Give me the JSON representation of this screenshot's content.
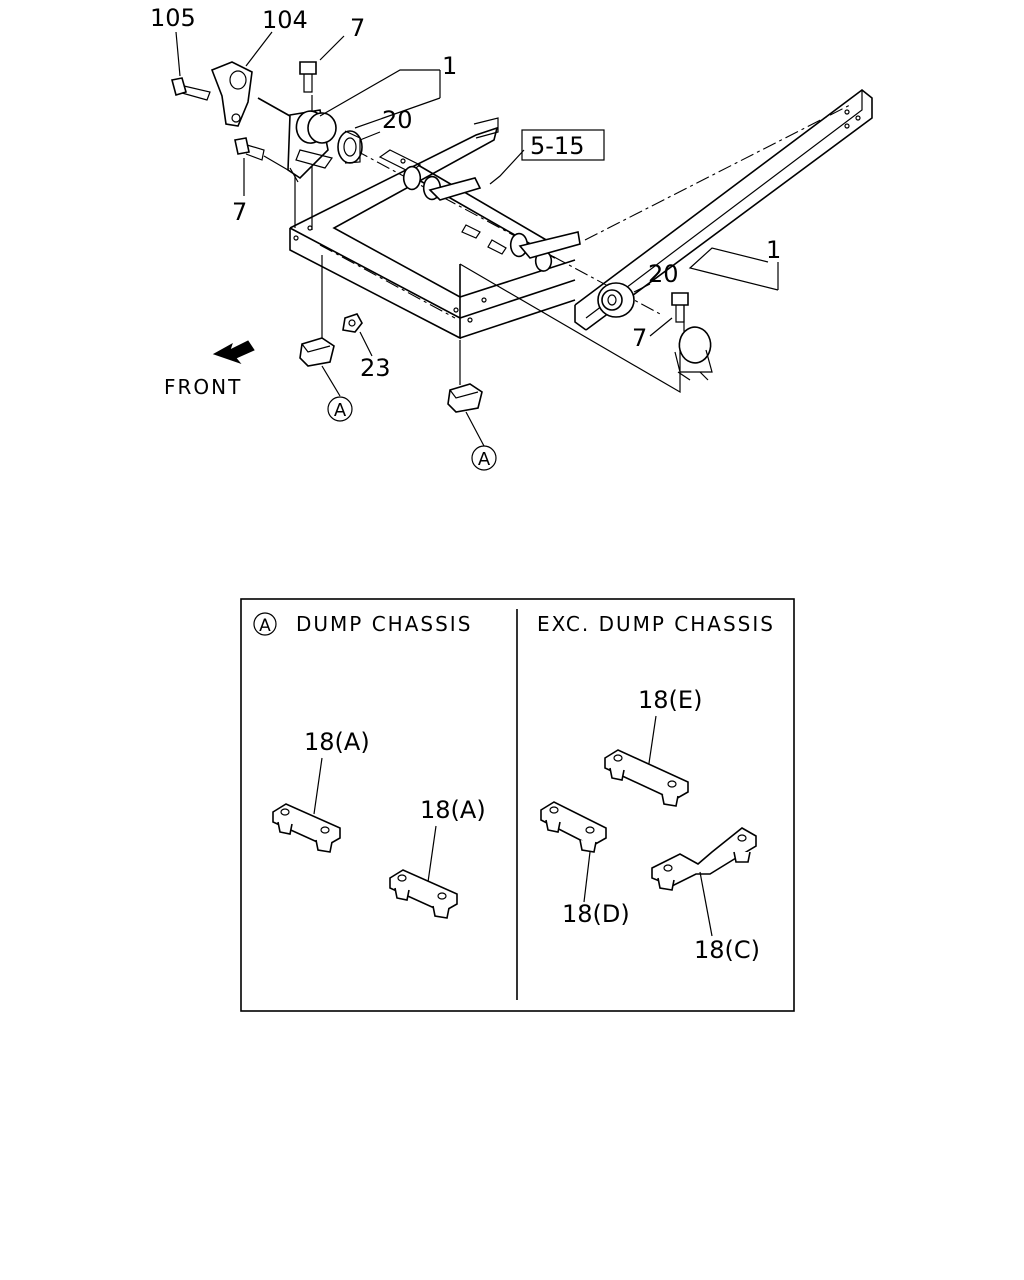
{
  "callouts": {
    "c105": "105",
    "c104": "104",
    "c7_top": "7",
    "c7_left": "7",
    "c7_right": "7",
    "c1_top": "1",
    "c1_right": "1",
    "c20_top": "20",
    "c20_right": "20",
    "ref_5_15": "5-15",
    "c23": "23",
    "circle_a_1": "A",
    "circle_a_2": "A"
  },
  "direction": {
    "front_label": "FRONT"
  },
  "detail_box": {
    "left_panel": {
      "marker": "A",
      "title": "DUMP CHASSIS",
      "part1_label": "18(A)",
      "part2_label": "18(A)"
    },
    "right_panel": {
      "title": "EXC. DUMP CHASSIS",
      "part_e_label": "18(E)",
      "part_d_label": "18(D)",
      "part_c_label": "18(C)"
    }
  },
  "icons": [
    "front-arrow-icon",
    "bolt-icon",
    "washer-icon",
    "bushing-icon",
    "nut-icon",
    "bracket-icon"
  ]
}
